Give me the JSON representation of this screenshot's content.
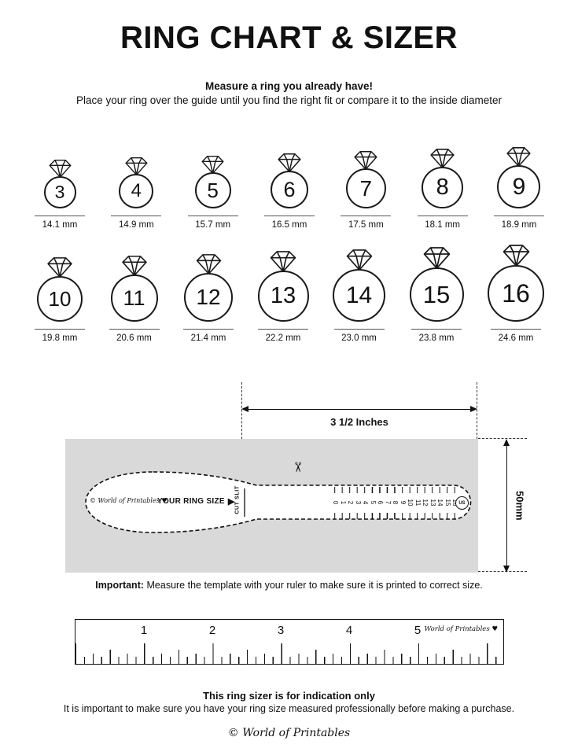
{
  "page": {
    "title": "RING CHART & SIZER",
    "subtitle_bold": "Measure a ring you already have!",
    "subtitle": "Place your ring over the guide until you find the right fit or compare it to the inside diameter"
  },
  "rings": {
    "row1": [
      {
        "size": "3",
        "diameter": "14.1 mm"
      },
      {
        "size": "4",
        "diameter": "14.9 mm"
      },
      {
        "size": "5",
        "diameter": "15.7 mm"
      },
      {
        "size": "6",
        "diameter": "16.5 mm"
      },
      {
        "size": "7",
        "diameter": "17.5 mm"
      },
      {
        "size": "8",
        "diameter": "18.1 mm"
      },
      {
        "size": "9",
        "diameter": "18.9 mm"
      }
    ],
    "row2": [
      {
        "size": "10",
        "diameter": "19.8 mm"
      },
      {
        "size": "11",
        "diameter": "20.6 mm"
      },
      {
        "size": "12",
        "diameter": "21.4 mm"
      },
      {
        "size": "13",
        "diameter": "22.2 mm"
      },
      {
        "size": "14",
        "diameter": "23.0 mm"
      },
      {
        "size": "15",
        "diameter": "23.8 mm"
      },
      {
        "size": "16",
        "diameter": "24.6 mm"
      }
    ]
  },
  "sizer": {
    "width_label": "3 1/2 Inches",
    "height_label": "50mm",
    "brand": "© World of Printables ♥",
    "your_ring_size": "YOUR RING SIZE",
    "cut_slit": "CUT SLIT",
    "us_label": "US",
    "scale_numbers": [
      "0",
      "1",
      "2",
      "3",
      "4",
      "5",
      "6",
      "7",
      "8",
      "9",
      "10",
      "11",
      "12",
      "13",
      "14",
      "15",
      "16"
    ]
  },
  "icons": {
    "arrow_right": "▶",
    "scissors": "✂"
  },
  "important": {
    "label": "Important:",
    "text": " Measure the template with your ruler to make sure it is printed to correct size."
  },
  "ruler": {
    "numbers": [
      "1",
      "2",
      "3",
      "4",
      "5"
    ],
    "brand": "World of Printables ♥"
  },
  "footer": {
    "bold": "This ring sizer is for indication only",
    "text": "It is important to make sure you have your ring size measured professionally before making a purchase.",
    "brand": "© World of Printables"
  }
}
